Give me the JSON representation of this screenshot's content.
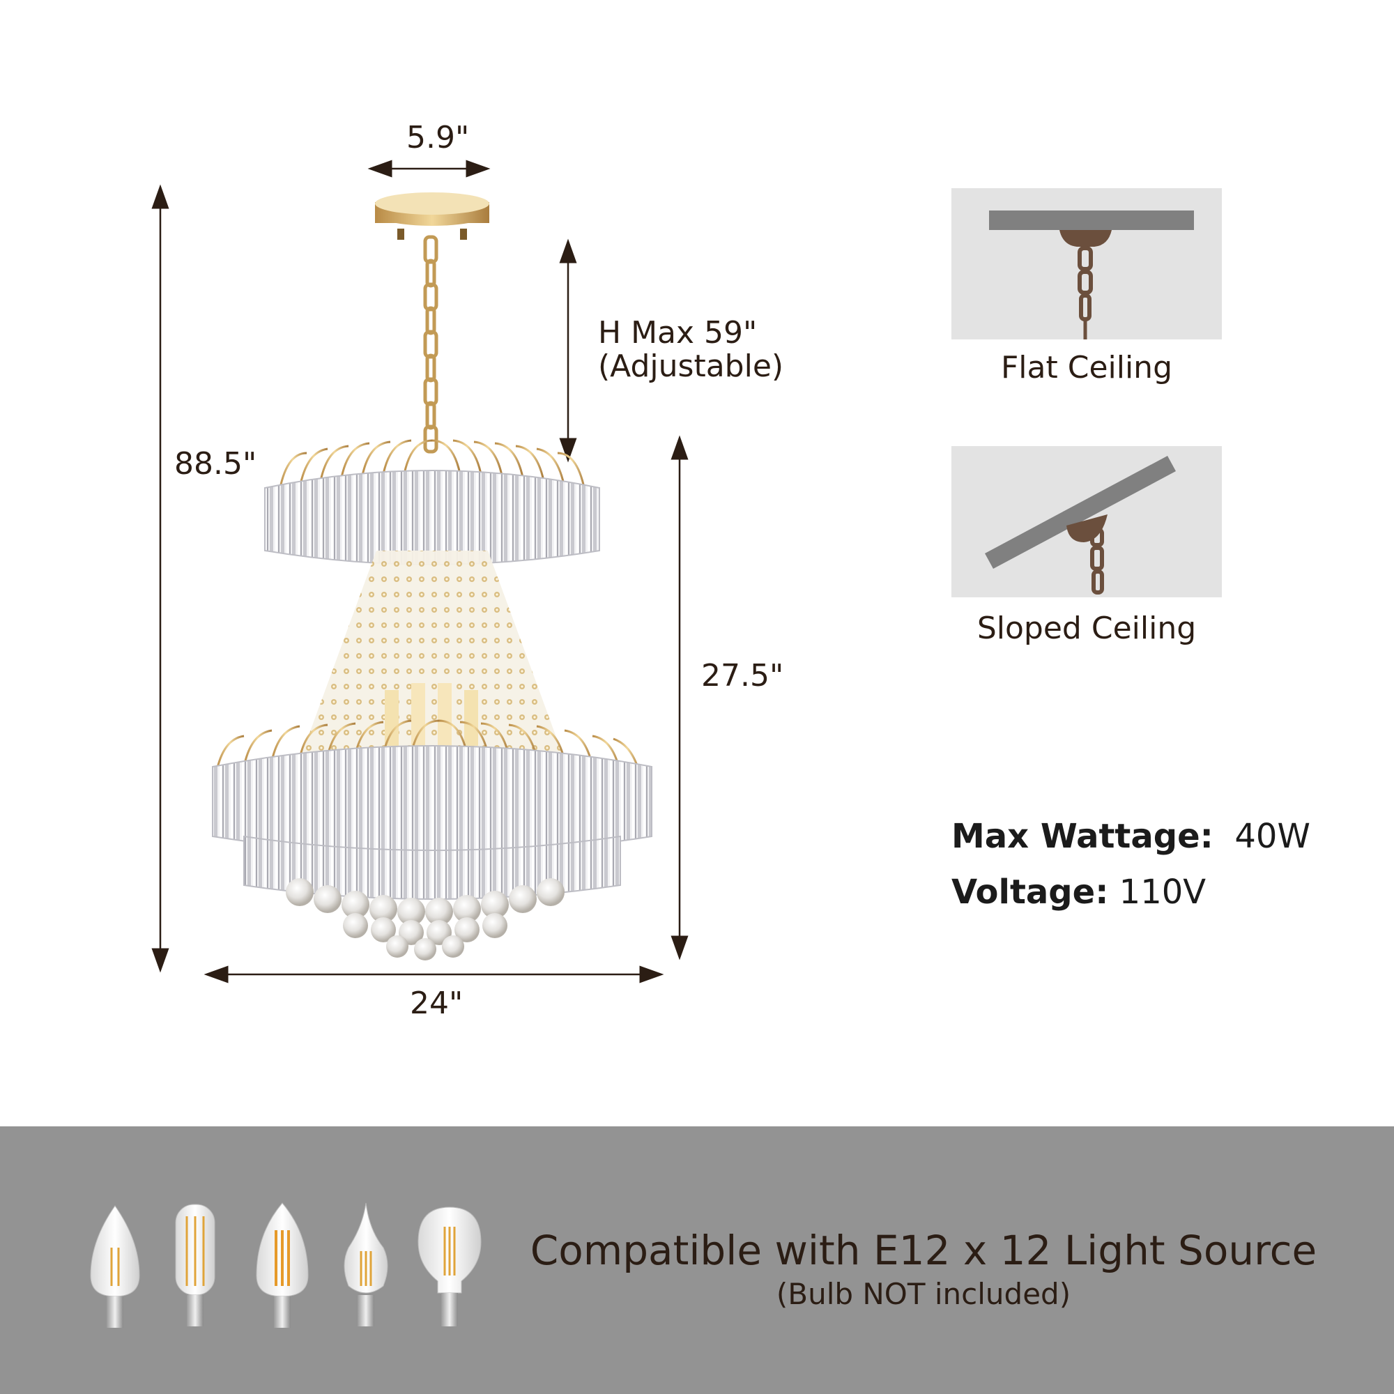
{
  "dimensions": {
    "canopy_width": "5.9\"",
    "total_height": "88.5\"",
    "chain_height_line1": "H Max 59\"",
    "chain_height_line2": "(Adjustable)",
    "body_height": "27.5\"",
    "body_width": "24\""
  },
  "ceiling_types": {
    "flat_label": "Flat Ceiling",
    "sloped_label": "Sloped Ceiling"
  },
  "specs": {
    "wattage_label": "Max Wattage:",
    "wattage_value": "40W",
    "voltage_label": "Voltage:",
    "voltage_value": "110V"
  },
  "compatibility": {
    "title": "Compatible with E12 x 12 Light Source",
    "subtitle": "(Bulb NOT included)"
  },
  "colors": {
    "text_dark": "#2b1d14",
    "band_gray": "#939393",
    "panel_gray": "#e3e3e3",
    "gold": "#c9a45c"
  }
}
